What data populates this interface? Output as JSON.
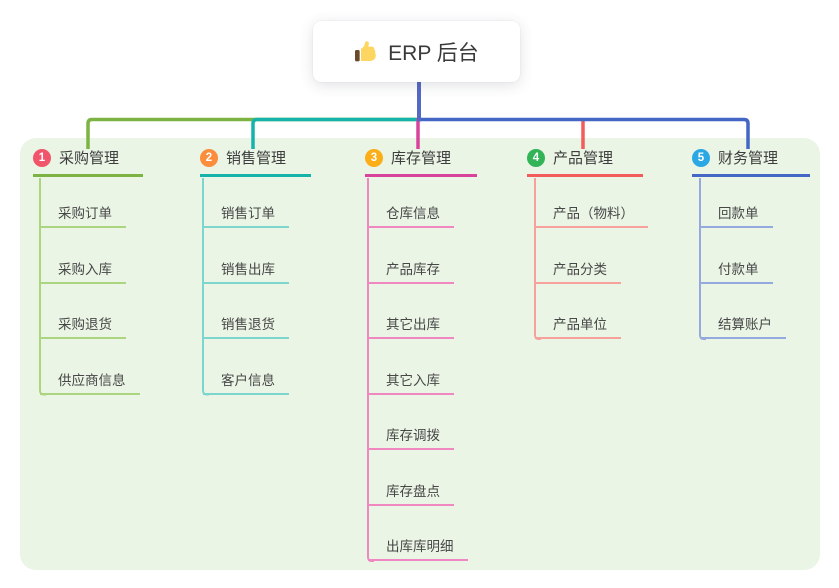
{
  "root": {
    "label": "ERP 后台",
    "icon": "thumbs-up-icon",
    "stem_color": "#5568c4"
  },
  "canvas": {
    "page_bg": "#ffffff",
    "panel_bg": "#ebf5e6"
  },
  "branches": [
    {
      "num": "1",
      "label": "采购管理",
      "badge_color": "#f1556c",
      "line_color": "#7cb342",
      "child_line_color": "#abd57e",
      "children": [
        "采购订单",
        "采购入库",
        "采购退货",
        "供应商信息"
      ]
    },
    {
      "num": "2",
      "label": "销售管理",
      "badge_color": "#fb8d3c",
      "line_color": "#16b3aa",
      "child_line_color": "#7dd6cd",
      "children": [
        "销售订单",
        "销售出库",
        "销售退货",
        "客户信息"
      ]
    },
    {
      "num": "3",
      "label": "库存管理",
      "badge_color": "#fbae17",
      "line_color": "#d8449c",
      "child_line_color": "#ef87c0",
      "children": [
        "仓库信息",
        "产品库存",
        "其它出库",
        "其它入库",
        "库存调拨",
        "库存盘点",
        "出库库明细"
      ]
    },
    {
      "num": "4",
      "label": "产品管理",
      "badge_color": "#33b457",
      "line_color": "#f25c5a",
      "child_line_color": "#f7a19c",
      "children": [
        "产品（物料）",
        "产品分类",
        "产品单位"
      ]
    },
    {
      "num": "5",
      "label": "财务管理",
      "badge_color": "#2ba7e3",
      "line_color": "#4467c6",
      "child_line_color": "#94a9de",
      "children": [
        "回款单",
        "付款单",
        "结算账户"
      ]
    }
  ]
}
